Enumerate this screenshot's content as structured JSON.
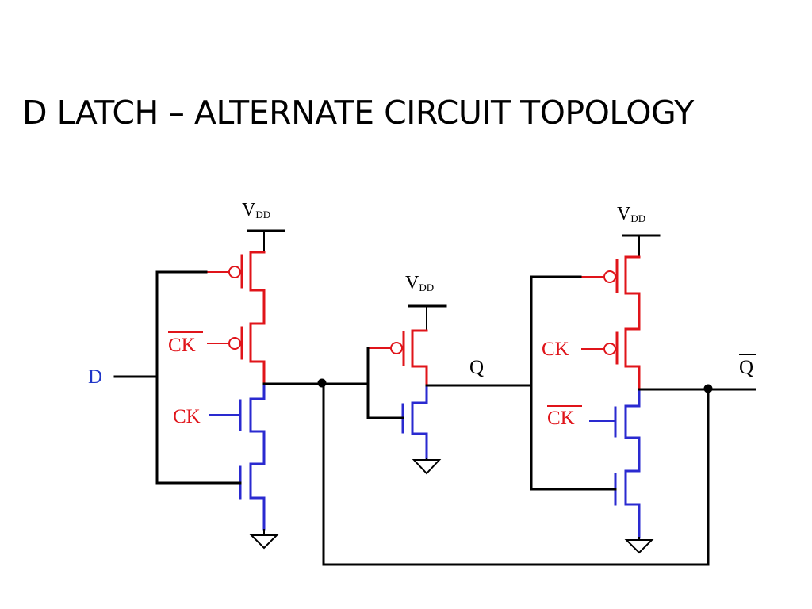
{
  "title": "D LATCH – ALTERNATE CIRCUIT TOPOLOGY",
  "colors": {
    "pmos": "#e0141a",
    "nmos": "#2a2ad0",
    "wire": "#000000",
    "input_label": "#1f35c8",
    "clock_label": "#e0141a"
  },
  "labels": {
    "vdd_main": "V",
    "vdd_sub": "DD",
    "input_d": "D",
    "ck": "CK",
    "output_q": "Q",
    "output_qbar": "Q"
  }
}
